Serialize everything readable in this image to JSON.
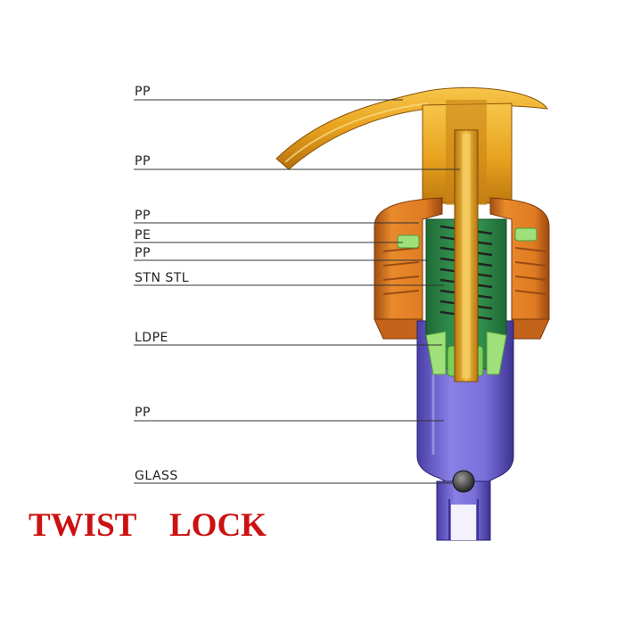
{
  "title": {
    "word1": "TWIST",
    "word2": "LOCK"
  },
  "callouts": [
    {
      "label": "PP"
    },
    {
      "label": "PP"
    },
    {
      "label": "PP"
    },
    {
      "label": "PE"
    },
    {
      "label": "PP"
    },
    {
      "label": "STN STL"
    },
    {
      "label": "LDPE"
    },
    {
      "label": "PP"
    },
    {
      "label": "GLASS"
    }
  ],
  "colors": {
    "actuator": "#e8a21e",
    "closure": "#d9711c",
    "housing": "#7a6fd6",
    "spring_chamber": "#2f8a4a",
    "seal": "#9fe07a",
    "title": "#cc1111"
  }
}
